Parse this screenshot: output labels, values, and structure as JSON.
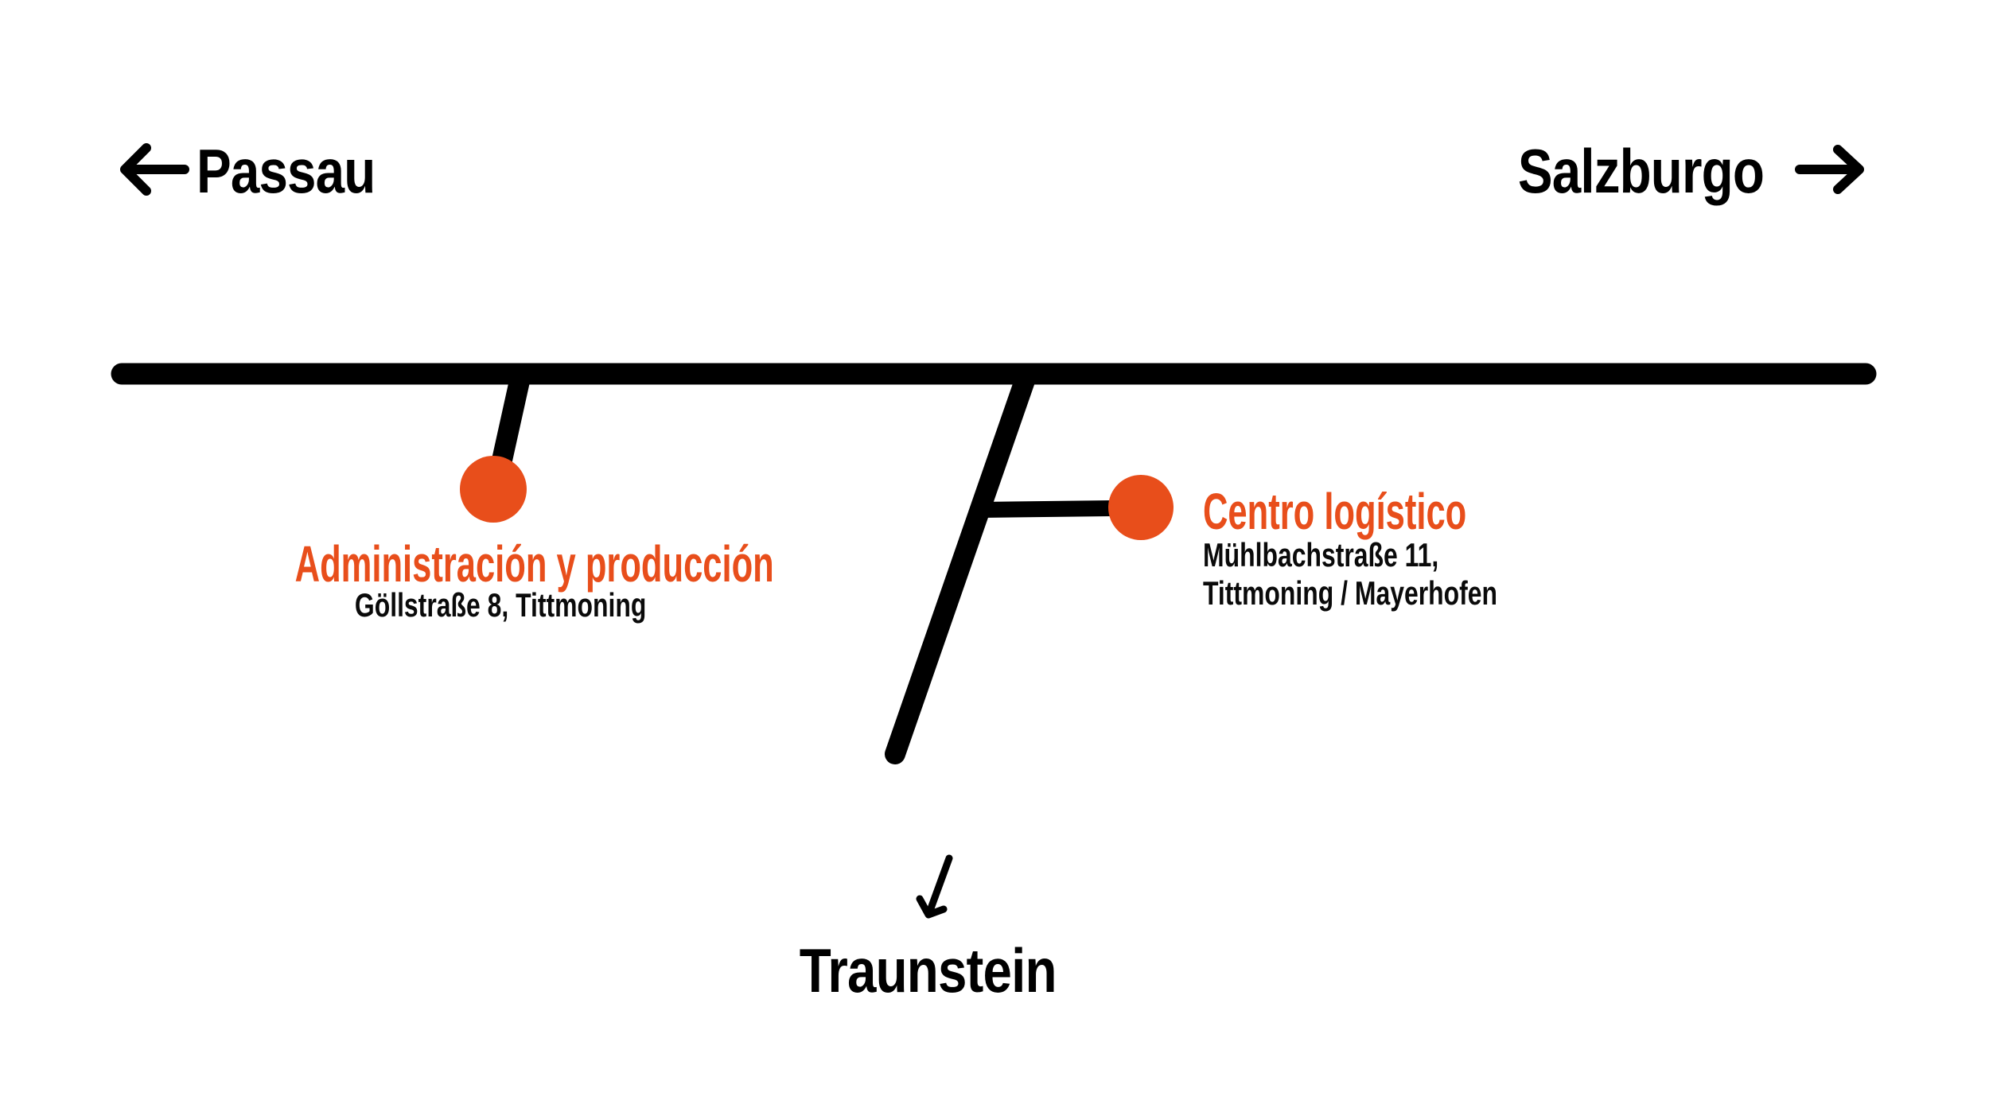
{
  "colors": {
    "background": "#ffffff",
    "ink": "#000000",
    "accent_orange": "#e84e1b"
  },
  "directions": {
    "west": {
      "label": "Passau"
    },
    "east": {
      "label": "Salzburgo"
    },
    "south": {
      "label": "Traunstein"
    }
  },
  "stops": {
    "admin": {
      "name": "Administración y producción",
      "address": "Göllstraße 8, Tittmoning"
    },
    "logistics": {
      "name": "Centro logístico",
      "address_line1": "Mühlbachstraße 11,",
      "address_line2": "Tittmoning / Mayerhofen"
    }
  },
  "icons": {
    "west": "left-arrow",
    "east": "right-arrow",
    "south": "down-left-arrow",
    "marker": "filled-circle"
  }
}
